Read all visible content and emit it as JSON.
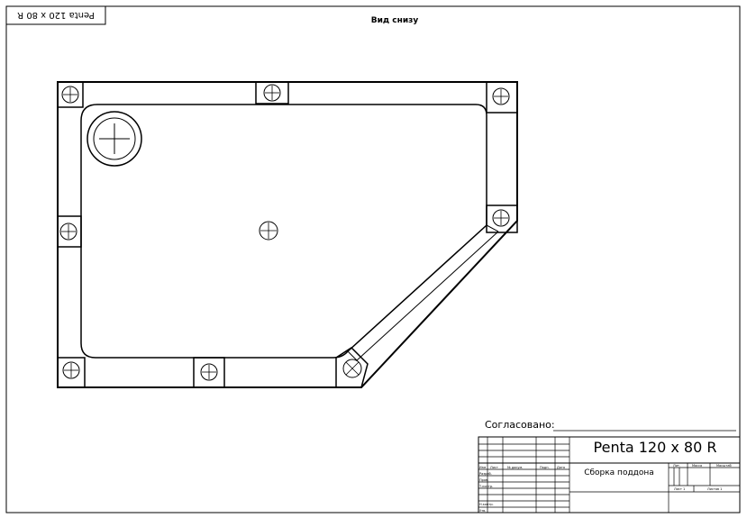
{
  "corner_stamp": "Penta 120 x 80 R",
  "view_title": "Вид снизу",
  "approval": {
    "label": "Согласовано:"
  },
  "title_block": {
    "product_name": "Penta 120 x 80 R",
    "document_title": "Сборка поддона",
    "columns": {
      "change": "Изм",
      "sheet": "Лист",
      "doc_no": "№ докум.",
      "signature": "Подп.",
      "date": "Дата"
    },
    "roles": {
      "developed": "Разраб.",
      "checked": "Пров.",
      "tech_control": "Т.контр.",
      "norm_control": "Н.контр.",
      "approved": "Утв."
    },
    "lit_label": "Лит.",
    "mass_label": "Масса",
    "scale_label": "Масштаб",
    "sheet_label": "Лист 1",
    "sheets_label": "Листов 1"
  }
}
